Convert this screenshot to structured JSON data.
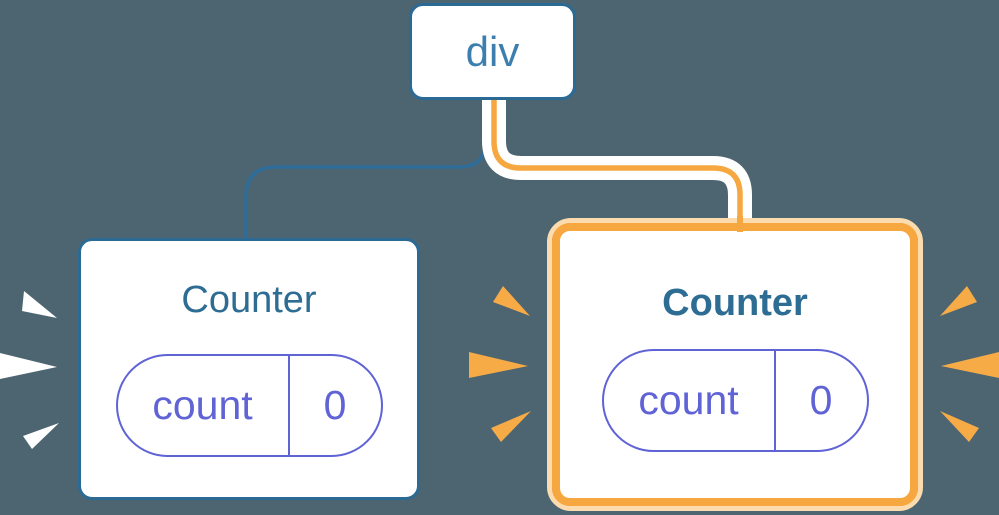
{
  "diagram": {
    "description": "React component tree: div root with two Counter children; second Counter highlighted as re-rendered with new state",
    "background_color": "#4d6570",
    "root": {
      "label": "div"
    },
    "nodes": [
      {
        "title": "Counter",
        "highlighted": false,
        "state": {
          "label": "count",
          "value": "0"
        }
      },
      {
        "title": "Counter",
        "highlighted": true,
        "state": {
          "label": "count",
          "value": "0"
        }
      }
    ],
    "edges": [
      {
        "from": "div",
        "to": "counter-1",
        "color": "#2e6c99",
        "style": "plain"
      },
      {
        "from": "div",
        "to": "counter-2",
        "color": "#f6a73f",
        "style": "white-cased"
      }
    ],
    "sparks": {
      "left_group_color": "#ffffff",
      "right_group_color": "#f7ab47"
    },
    "colors": {
      "node_border_blue": "#2b6a94",
      "root_text_blue": "#3c7fae",
      "title_teal": "#2d6c93",
      "state_purple": "#5f63d6",
      "highlight_orange": "#f6a73f",
      "highlight_orange_pale": "#fcdcae",
      "edge_casing_white": "#ffffff"
    }
  }
}
